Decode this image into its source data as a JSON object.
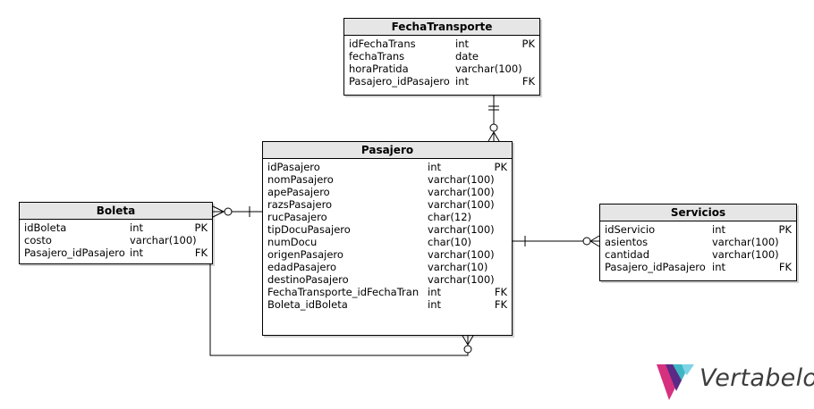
{
  "tables": {
    "fecha": {
      "title": "FechaTransporte",
      "columns": [
        {
          "name": "idFechaTrans",
          "type": "int",
          "key": "PK"
        },
        {
          "name": "fechaTrans",
          "type": "date",
          "key": ""
        },
        {
          "name": "horaPratida",
          "type": "varchar(100)",
          "key": ""
        },
        {
          "name": "Pasajero_idPasajero",
          "type": "int",
          "key": "FK"
        }
      ]
    },
    "pasajero": {
      "title": "Pasajero",
      "columns": [
        {
          "name": "idPasajero",
          "type": "int",
          "key": "PK"
        },
        {
          "name": "nomPasajero",
          "type": "varchar(100)",
          "key": ""
        },
        {
          "name": "apePasajero",
          "type": "varchar(100)",
          "key": ""
        },
        {
          "name": "razsPasajero",
          "type": "varchar(100)",
          "key": ""
        },
        {
          "name": "rucPasajero",
          "type": "char(12)",
          "key": ""
        },
        {
          "name": "tipDocuPasajero",
          "type": "varchar(100)",
          "key": ""
        },
        {
          "name": "numDocu",
          "type": "char(10)",
          "key": ""
        },
        {
          "name": "origenPasajero",
          "type": "varchar(100)",
          "key": ""
        },
        {
          "name": "edadPasajero",
          "type": "varchar(10)",
          "key": ""
        },
        {
          "name": "destinoPasajero",
          "type": "varchar(100)",
          "key": ""
        },
        {
          "name": "FechaTransporte_idFechaTran",
          "type": "int",
          "key": "FK"
        },
        {
          "name": "Boleta_idBoleta",
          "type": "int",
          "key": "FK"
        }
      ]
    },
    "boleta": {
      "title": "Boleta",
      "columns": [
        {
          "name": "idBoleta",
          "type": "int",
          "key": "PK"
        },
        {
          "name": "costo",
          "type": "varchar(100)",
          "key": ""
        },
        {
          "name": "Pasajero_idPasajero",
          "type": "int",
          "key": "FK"
        }
      ]
    },
    "servicios": {
      "title": "Servicios",
      "columns": [
        {
          "name": "idServicio",
          "type": "int",
          "key": "PK"
        },
        {
          "name": "asientos",
          "type": "varchar(100)",
          "key": ""
        },
        {
          "name": "cantidad",
          "type": "varchar(100)",
          "key": ""
        },
        {
          "name": "Pasajero_idPasajero",
          "type": "int",
          "key": "FK"
        }
      ]
    }
  },
  "brand": {
    "name": "Vertabelo",
    "colors": {
      "magenta": "#d6317f",
      "purple": "#5b2a86",
      "teal": "#3fb6c4",
      "cyan": "#7fd3e6"
    }
  }
}
